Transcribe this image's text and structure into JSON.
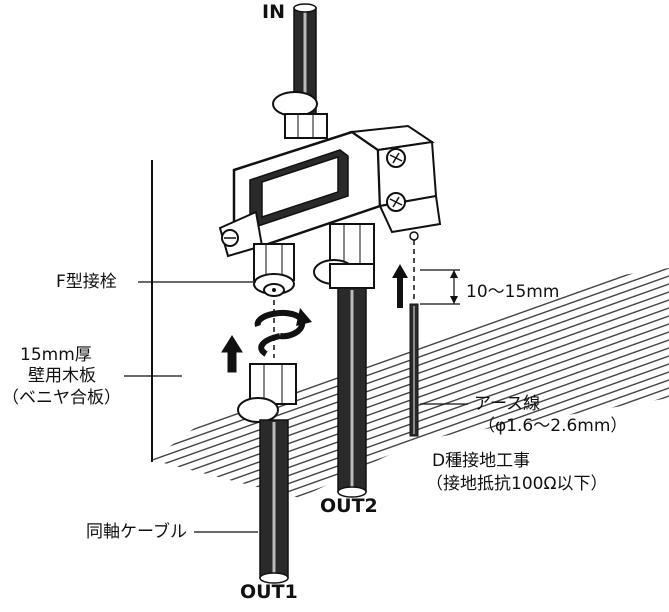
{
  "labels": {
    "in": "IN",
    "out1": "OUT1",
    "out2": "OUT2",
    "f_connector": "F型接栓",
    "wall_line1": "15mm厚",
    "wall_line2": "壁用木板",
    "wall_line3": "（ベニヤ合板）",
    "strip_length": "10〜15mm",
    "ground_wire_line1": "アース線",
    "ground_wire_line2": "（φ1.6〜2.6mm）",
    "grounding_line1": "D種接地工事",
    "grounding_line2": "（接地抵抗100Ω以下）",
    "coax_cable": "同軸ケーブル"
  }
}
